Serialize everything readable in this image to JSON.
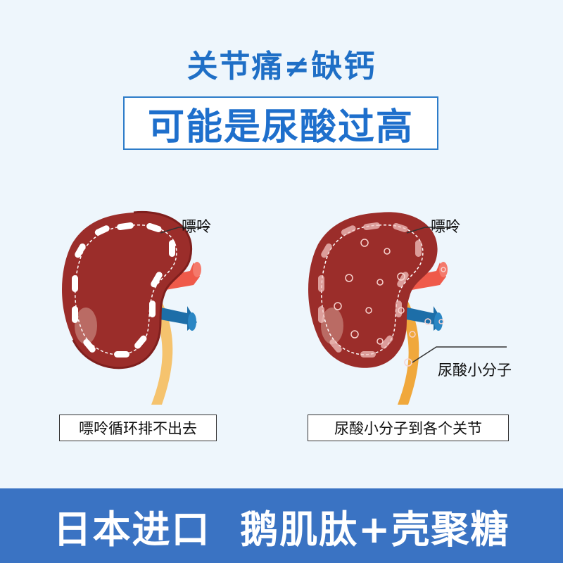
{
  "header": {
    "headline": "关节痛≠缺钙",
    "subtitle": "可能是尿酸过高"
  },
  "left_panel": {
    "pointer_label": "嘌呤",
    "caption": "嘌呤循环排不出去"
  },
  "right_panel": {
    "pointer_label": "嘌呤",
    "particle_label": "尿酸小分子",
    "caption": "尿酸小分子到各个关节"
  },
  "footer": {
    "text": "日本进口  鹅肌肽+壳聚糖"
  },
  "colors": {
    "background": "#eef6fc",
    "accent_blue": "#1f6fc6",
    "footer_bar": "#3a73c3",
    "kidney": "#9b2d2a",
    "artery": "#ef5a4a",
    "vein": "#1d6ea8",
    "ureter": "#f5c36e"
  }
}
